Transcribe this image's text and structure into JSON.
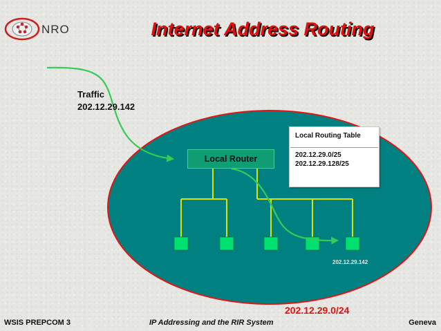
{
  "logo": {
    "text": "NRO",
    "icon": "nro-globe-logo"
  },
  "title": "Internet Address Routing",
  "traffic": {
    "label": "Traffic",
    "ip": "202.12.29.142"
  },
  "router": {
    "label": "Local Router"
  },
  "routing_table": {
    "title": "Local Routing Table",
    "entries": [
      "202.12.29.0/25",
      "202.12.29.128/25"
    ]
  },
  "hosts": {
    "count": 5,
    "destination_ip": "202.12.29.142"
  },
  "network_label": "202.12.29.0/24",
  "footer": {
    "left": "WSIS PREPCOM 3",
    "center": "IP Addressing and the RIR System",
    "right": "Geneva"
  },
  "colors": {
    "title": "#e20f0f",
    "network_fill": "#008080",
    "network_outline": "#e01616",
    "router": "#0f9d74",
    "host": "#00e070",
    "traffic_arrow": "#33cc55",
    "wires": "#d8e300"
  }
}
